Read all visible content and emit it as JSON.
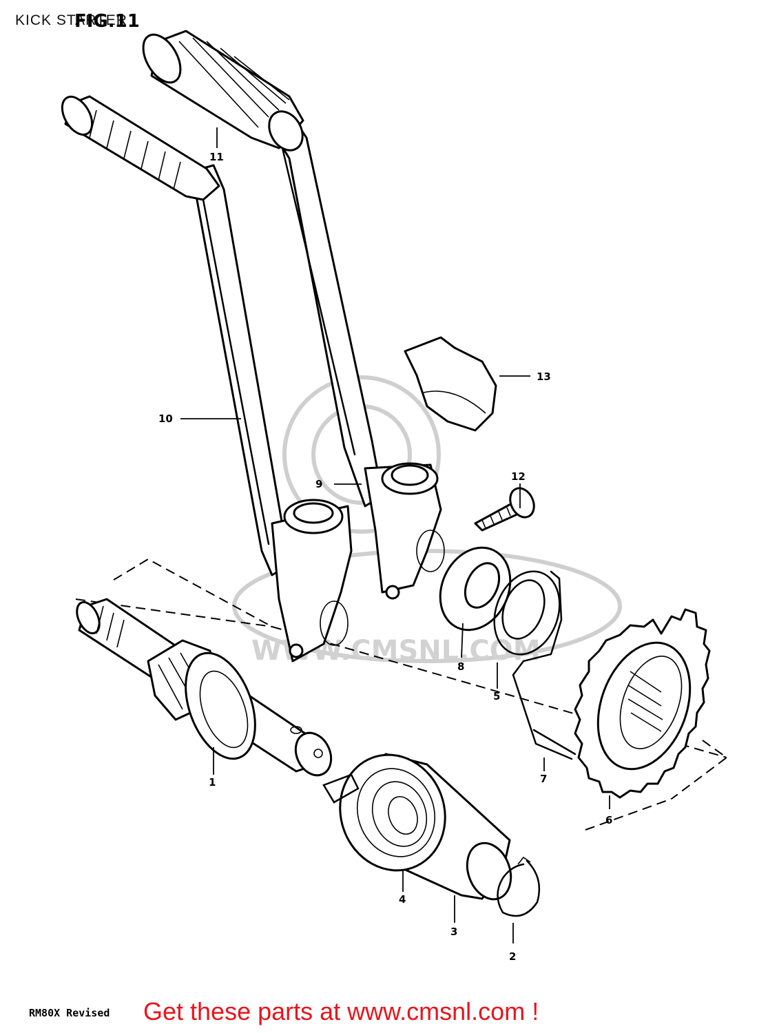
{
  "header": {
    "title": "KICK STARTER",
    "figure": "FIG.11"
  },
  "watermark": {
    "text": "WWW.CMSNL.COM"
  },
  "callouts": [
    {
      "id": "1",
      "label": "1"
    },
    {
      "id": "2",
      "label": "2"
    },
    {
      "id": "3",
      "label": "3"
    },
    {
      "id": "4",
      "label": "4"
    },
    {
      "id": "5",
      "label": "5"
    },
    {
      "id": "6",
      "label": "6"
    },
    {
      "id": "7",
      "label": "7"
    },
    {
      "id": "8",
      "label": "8"
    },
    {
      "id": "9",
      "label": "9"
    },
    {
      "id": "10",
      "label": "10"
    },
    {
      "id": "11",
      "label": "11"
    },
    {
      "id": "12",
      "label": "12"
    },
    {
      "id": "13",
      "label": "13"
    }
  ],
  "footer": {
    "model": "RM80X   Revised",
    "cta": "Get these parts at www.cmsnl.com !"
  }
}
